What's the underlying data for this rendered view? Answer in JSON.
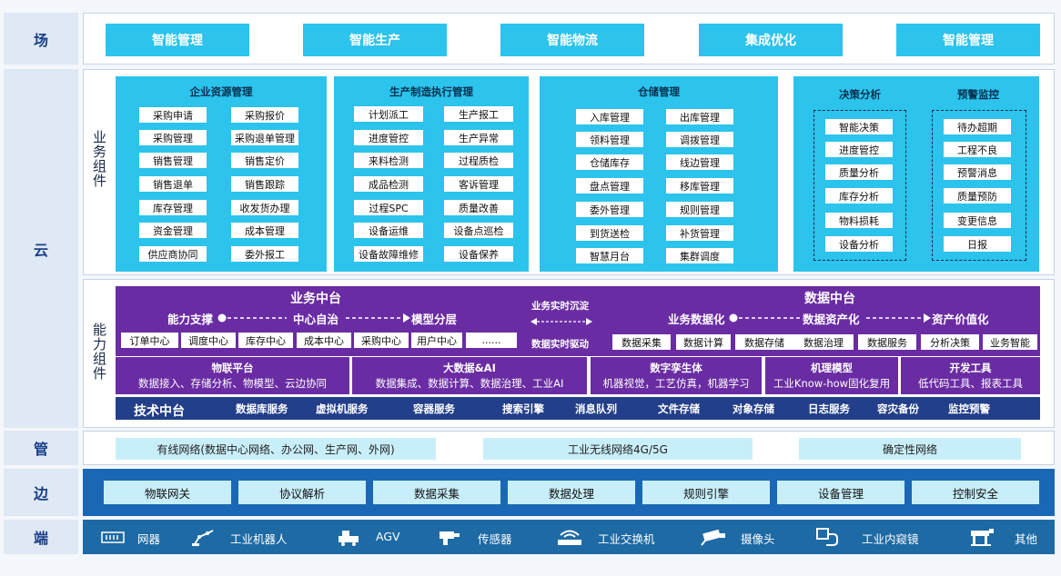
{
  "layers": {
    "chang": "场",
    "yun": "云",
    "guan": "管",
    "bian": "边",
    "duan": "端"
  },
  "scenes": [
    "智能管理",
    "智能生产",
    "智能物流",
    "集成优化",
    "智能管理"
  ],
  "side_labels": {
    "business": "业务组件",
    "capability": "能力组件"
  },
  "erp": {
    "title": "企业资源管理",
    "items": [
      "采购申请",
      "采购报价",
      "采购管理",
      "采购退单管理",
      "销售管理",
      "销售定价",
      "销售退单",
      "销售跟踪",
      "库存管理",
      "收发货办理",
      "资金管理",
      "成本管理",
      "供应商协同",
      "委外报工"
    ]
  },
  "mes": {
    "title": "生产制造执行管理",
    "items": [
      "计划派工",
      "生产报工",
      "进度管控",
      "生产异常",
      "来料检测",
      "过程质检",
      "成品检测",
      "客诉管理",
      "过程SPC",
      "质量改善",
      "设备运维",
      "设备点巡检",
      "设备故障维修",
      "设备保养"
    ]
  },
  "wms": {
    "title": "仓储管理",
    "items": [
      "入库管理",
      "出库管理",
      "领料管理",
      "调拨管理",
      "仓储库存",
      "线边管理",
      "盘点管理",
      "移库管理",
      "委外管理",
      "规则管理",
      "到货送检",
      "补货管理",
      "智慧月台",
      "集群调度"
    ]
  },
  "decision": {
    "title": "决策分析",
    "items": [
      "智能决策",
      "进度管控",
      "质量分析",
      "库存分析",
      "物料损耗",
      "设备分析"
    ]
  },
  "alert": {
    "title": "预警监控",
    "items": [
      "待办超期",
      "工程不良",
      "预警消息",
      "质量预防",
      "变更信息",
      "日报"
    ]
  },
  "biz_center": {
    "title": "业务中台",
    "chain": [
      "能力支撑",
      "中心自治",
      "模型分层"
    ],
    "items": [
      "订单中心",
      "调度中心",
      "库存中心",
      "成本中心",
      "采购中心",
      "用户中心",
      "......"
    ]
  },
  "sync": {
    "top": "业务实时沉淀",
    "bottom": "数据实时驱动"
  },
  "data_center": {
    "title": "数据中台",
    "chain": [
      "业务数据化",
      "数据资产化",
      "资产价值化"
    ],
    "items": [
      "数据采集",
      "数据计算",
      "数据存储",
      "数据治理",
      "数据服务",
      "分析决策",
      "业务智能"
    ]
  },
  "platforms": [
    {
      "title": "物联平台",
      "sub": "数据接入、存储分析、物模型、云边协同"
    },
    {
      "title": "大数据&AI",
      "sub": "数据集成、数据计算、数据治理、工业AI"
    },
    {
      "title": "数字孪生体",
      "sub": "机器视觉，工艺仿真，机器学习"
    },
    {
      "title": "机理模型",
      "sub": "工业Know-how固化复用"
    },
    {
      "title": "开发工具",
      "sub": "低代码工具、报表工具"
    }
  ],
  "tech": {
    "title": "技术中台",
    "items": [
      "数据库服务",
      "虚拟机服务",
      "容器服务",
      "搜索引擎",
      "消息队列",
      "文件存储",
      "对象存储",
      "日志服务",
      "容灾备份",
      "监控预警"
    ]
  },
  "networks": [
    "有线网络(数据中心网络、办公网、生产网、外网)",
    "工业无线网络4G/5G",
    "确定性网络"
  ],
  "edge": [
    "物联网关",
    "协议解析",
    "数据采集",
    "数据处理",
    "规则引擎",
    "设备管理",
    "控制安全"
  ],
  "devices": [
    {
      "label": "网器",
      "icon": "router-icon"
    },
    {
      "label": "工业机器人",
      "icon": "robot-arm-icon"
    },
    {
      "label": "AGV",
      "icon": "agv-icon"
    },
    {
      "label": "传感器",
      "icon": "sensor-icon"
    },
    {
      "label": "工业交换机",
      "icon": "switch-icon"
    },
    {
      "label": "摄像头",
      "icon": "camera-icon"
    },
    {
      "label": "工业内窥镜",
      "icon": "endoscope-icon"
    },
    {
      "label": "其他",
      "icon": "machine-icon"
    }
  ],
  "colors": {
    "scene": "#2cc3ec",
    "purple": "#6a2ca3",
    "tech": "#233f8a",
    "edge": "#1a68b5",
    "terminal": "#1d6aa5"
  }
}
